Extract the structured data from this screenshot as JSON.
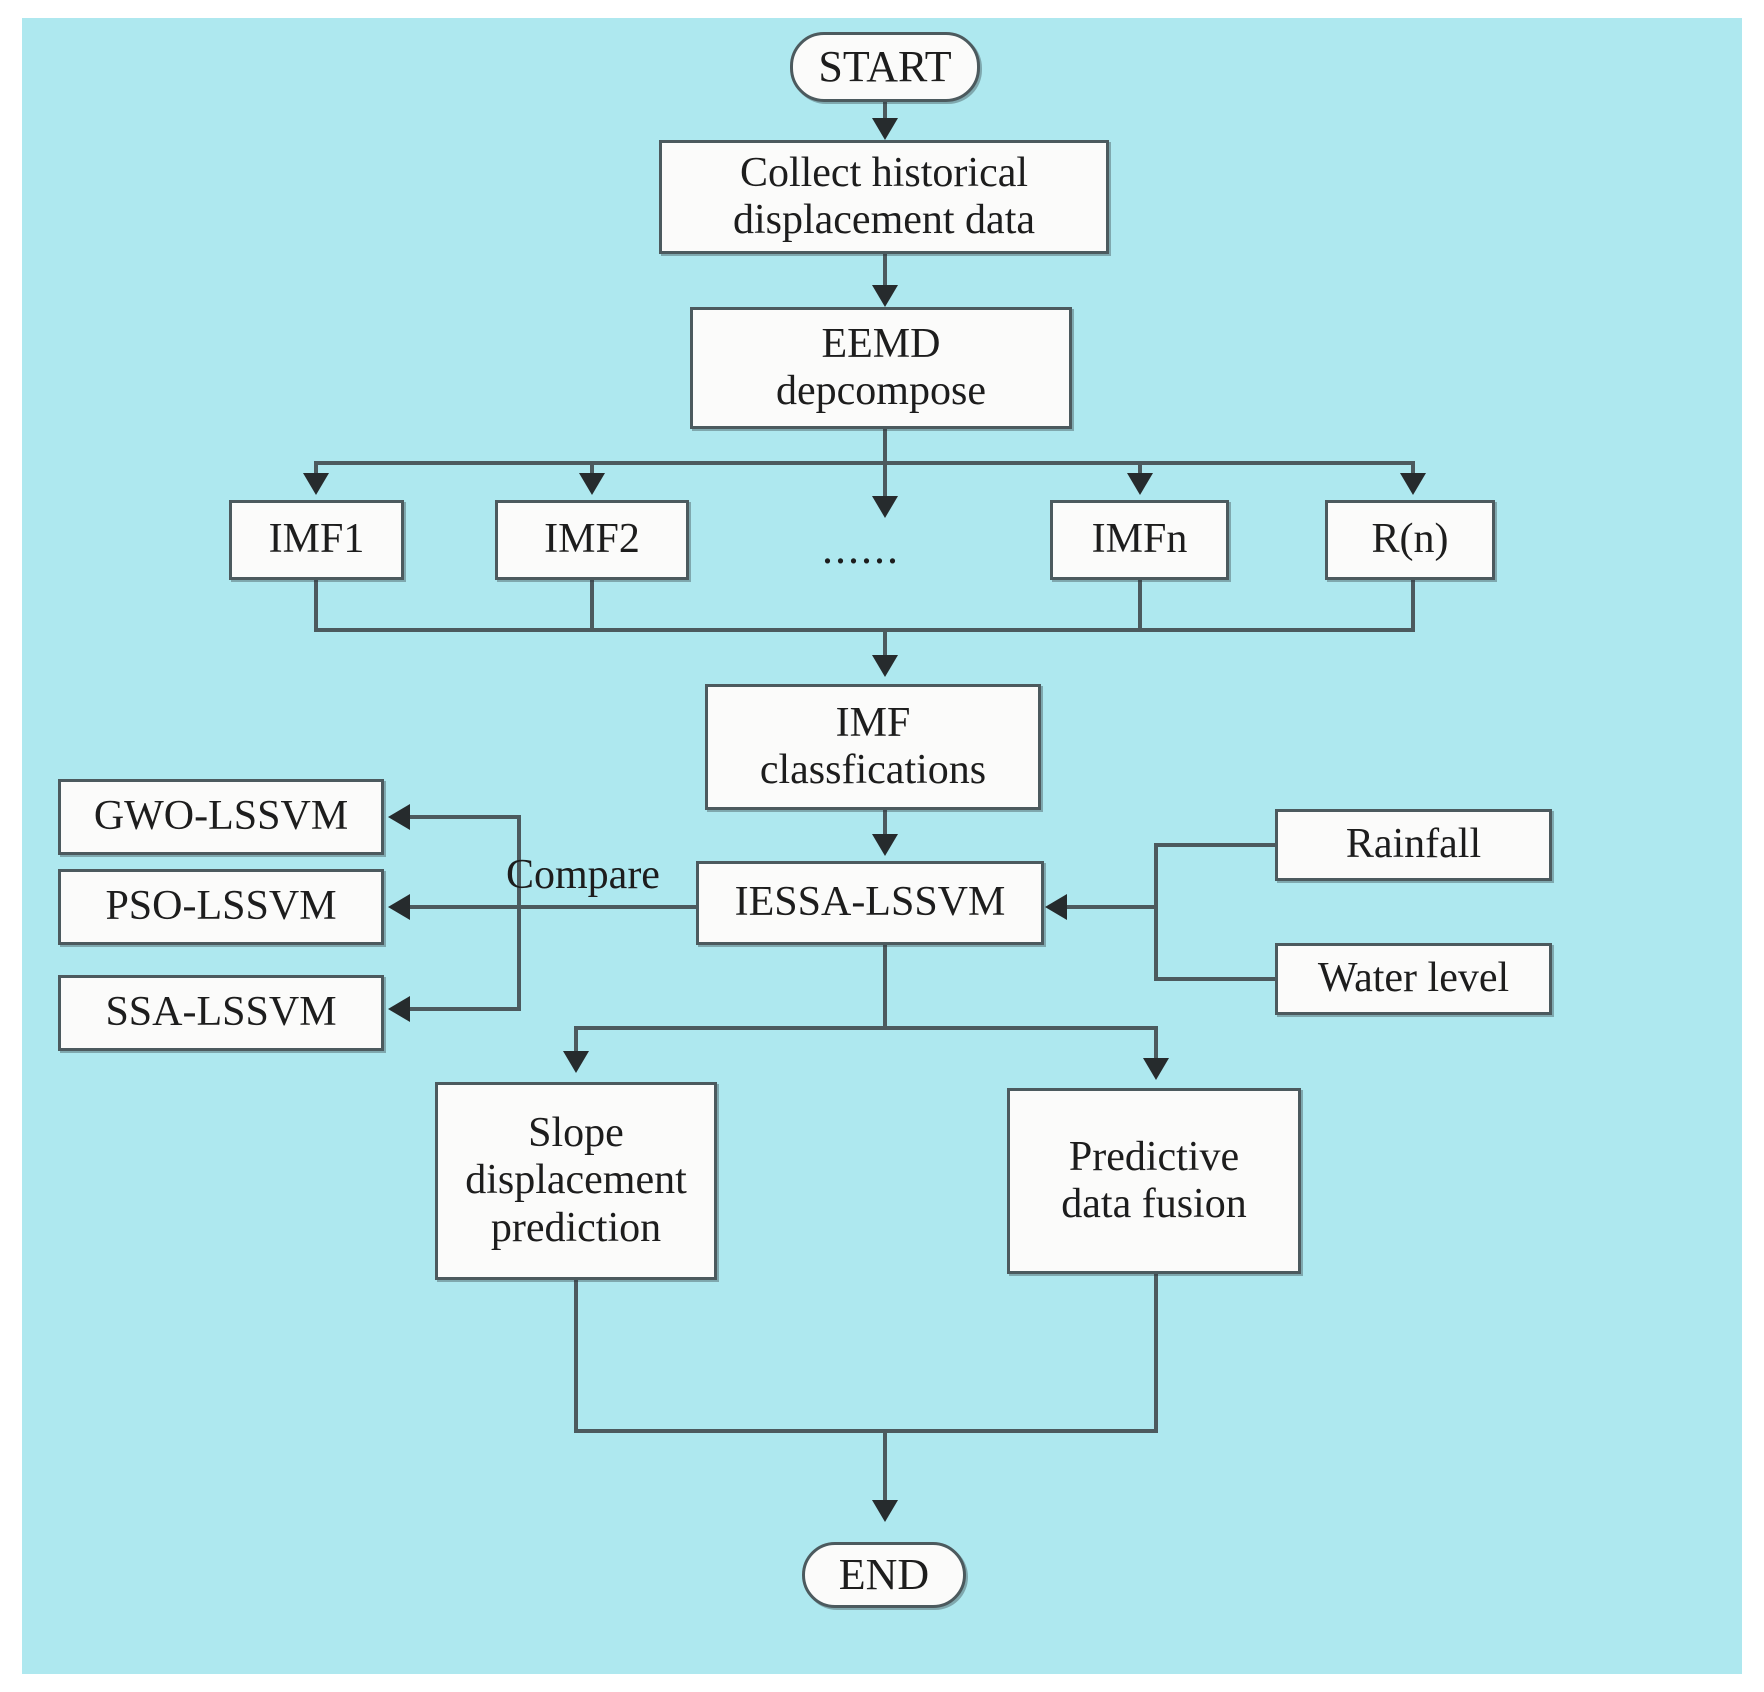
{
  "diagram": {
    "title": "IESSA-LSSVM slope displacement prediction flowchart",
    "background_color": "#aee8ef",
    "node_fill_color": "#fbfbfa",
    "node_border_color": "#4c5a5e",
    "text_color": "#1d1d1d"
  },
  "nodes": {
    "start": {
      "label": "START",
      "shape": "terminator"
    },
    "collect": {
      "line1": "Collect historical",
      "line2": "displacement data",
      "shape": "process"
    },
    "eemd": {
      "line1": "EEMD",
      "line2": "depcompose",
      "shape": "process"
    },
    "imf1": {
      "label": "IMF1",
      "shape": "process"
    },
    "imf2": {
      "label": "IMF2",
      "shape": "process"
    },
    "ellipsis": {
      "label": "......",
      "shape": "text"
    },
    "imfn": {
      "label": "IMFn",
      "shape": "process"
    },
    "rn": {
      "label": "R(n)",
      "shape": "process"
    },
    "imf_class": {
      "line1": "IMF",
      "line2": "classfications",
      "shape": "process"
    },
    "iessa": {
      "label": "IESSA-LSSVM",
      "shape": "process"
    },
    "gwo": {
      "label": "GWO-LSSVM",
      "shape": "process"
    },
    "pso": {
      "label": "PSO-LSSVM",
      "shape": "process"
    },
    "ssa": {
      "label": "SSA-LSSVM",
      "shape": "process"
    },
    "rainfall": {
      "label": "Rainfall",
      "shape": "process"
    },
    "water_level": {
      "label": "Water level",
      "shape": "process"
    },
    "slope_pred": {
      "line1": "Slope",
      "line2": "displacement",
      "line3": "prediction",
      "shape": "process"
    },
    "fusion": {
      "line1": "Predictive",
      "line2": "data fusion",
      "shape": "process"
    },
    "end": {
      "label": "END",
      "shape": "terminator"
    }
  },
  "edge_labels": {
    "compare": "Compare"
  },
  "edges": [
    {
      "from": "start",
      "to": "collect",
      "label": ""
    },
    {
      "from": "collect",
      "to": "eemd",
      "label": ""
    },
    {
      "from": "eemd",
      "to": "imf1",
      "label": ""
    },
    {
      "from": "eemd",
      "to": "imf2",
      "label": ""
    },
    {
      "from": "eemd",
      "to": "ellipsis",
      "label": ""
    },
    {
      "from": "eemd",
      "to": "imfn",
      "label": ""
    },
    {
      "from": "eemd",
      "to": "rn",
      "label": ""
    },
    {
      "from": "imf1",
      "to": "imf_class",
      "label": ""
    },
    {
      "from": "imf2",
      "to": "imf_class",
      "label": ""
    },
    {
      "from": "imfn",
      "to": "imf_class",
      "label": ""
    },
    {
      "from": "rn",
      "to": "imf_class",
      "label": ""
    },
    {
      "from": "imf_class",
      "to": "iessa",
      "label": ""
    },
    {
      "from": "iessa",
      "to": "gwo",
      "label": "Compare"
    },
    {
      "from": "iessa",
      "to": "pso",
      "label": "Compare"
    },
    {
      "from": "iessa",
      "to": "ssa",
      "label": "Compare"
    },
    {
      "from": "rainfall",
      "to": "iessa",
      "label": ""
    },
    {
      "from": "water_level",
      "to": "iessa",
      "label": ""
    },
    {
      "from": "iessa",
      "to": "slope_pred",
      "label": ""
    },
    {
      "from": "iessa",
      "to": "fusion",
      "label": ""
    },
    {
      "from": "slope_pred",
      "to": "end",
      "label": ""
    },
    {
      "from": "fusion",
      "to": "end",
      "label": ""
    }
  ]
}
